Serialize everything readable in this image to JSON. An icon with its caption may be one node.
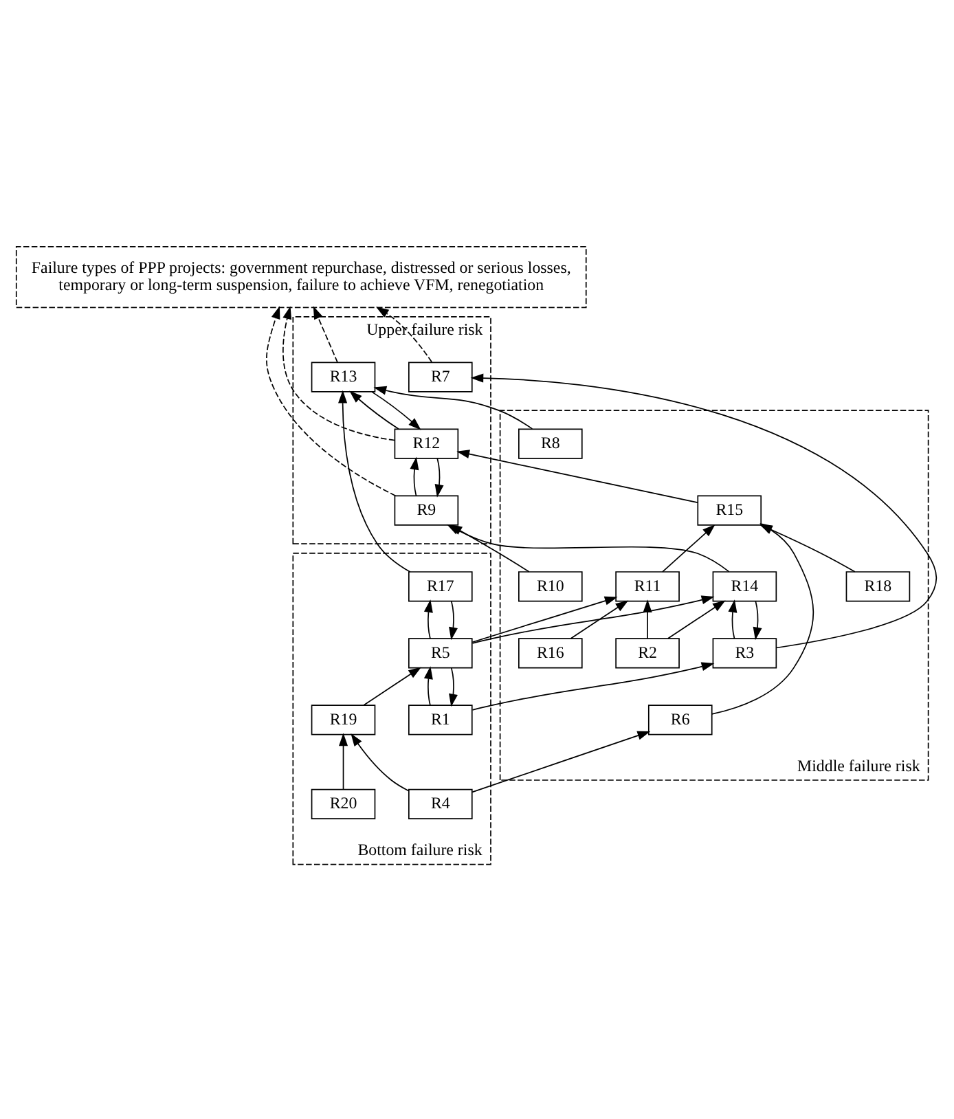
{
  "diagram": {
    "nodes": [
      {
        "text": [
          "Failure types of PPP projects: government repurchase, distressed or serious losses, temporary or long-term suspension, failure to achieve VFM, renegotiation"
        ]
      },
      {
        "text": [
          "Upper failure risk"
        ]
      },
      {
        "text": [
          "R7"
        ],
        "in": 1
      },
      {
        "text": [
          "R9"
        ],
        "in": 1
      },
      {
        "text": [
          "R12"
        ],
        "in": 1
      },
      {
        "text": [
          "R13"
        ],
        "in": 1
      },
      {
        "text": [
          "Middle failure risk"
        ]
      },
      {
        "text": [
          "R10"
        ],
        "in": 6
      },
      {
        "text": [
          "R15"
        ],
        "in": 6
      },
      {
        "text": [
          "R8"
        ],
        "in": 6
      },
      {
        "text": [
          "R6"
        ],
        "in": 6
      },
      {
        "text": [
          "R18"
        ],
        "in": 6
      },
      {
        "text": [
          "R11"
        ],
        "in": 6
      },
      {
        "text": [
          "R3"
        ],
        "in": 6
      },
      {
        "text": [
          "R14"
        ],
        "in": 6
      },
      {
        "text": [
          "R16"
        ],
        "in": 6
      },
      {
        "text": [
          "R2"
        ],
        "in": 6
      },
      {
        "text": [
          "Bottom failure risk"
        ]
      },
      {
        "text": [
          "R1"
        ],
        "in": 17
      },
      {
        "text": [
          "R5"
        ],
        "in": 17
      },
      {
        "text": [
          "R17"
        ],
        "in": 17
      },
      {
        "text": [
          "R19"
        ],
        "in": 17
      },
      {
        "text": [
          "R20"
        ],
        "in": 17
      },
      {
        "text": [
          "R4"
        ],
        "in": 17
      }
    ],
    "edges": [
      {
        "from": 3,
        "to": 0,
        "arrow": "to",
        "style": "dashed"
      },
      {
        "from": 2,
        "to": 0,
        "arrow": "to",
        "style": "dashed"
      },
      {
        "from": 4,
        "to": 0,
        "arrow": "to",
        "style": "dashed"
      },
      {
        "from": 5,
        "to": 0,
        "arrow": "to",
        "style": "dashed"
      },
      {
        "from": 13,
        "to": 2,
        "arrow": "to"
      },
      {
        "from": 3,
        "to": 4,
        "arrow": "to"
      },
      {
        "from": 4,
        "to": 3,
        "arrow": "to"
      },
      {
        "from": 4,
        "to": 5,
        "arrow": "to"
      },
      {
        "from": 5,
        "to": 4,
        "arrow": "to"
      },
      {
        "from": 14,
        "to": 3,
        "arrow": "to"
      },
      {
        "from": 7,
        "to": 3,
        "arrow": "to"
      },
      {
        "from": 8,
        "to": 4,
        "arrow": "to"
      },
      {
        "from": 9,
        "to": 5,
        "arrow": "to"
      },
      {
        "from": 20,
        "to": 5,
        "arrow": "to"
      },
      {
        "from": 23,
        "to": 10,
        "arrow": "to"
      },
      {
        "from": 10,
        "to": 8,
        "arrow": "to"
      },
      {
        "from": 11,
        "to": 8,
        "arrow": "to"
      },
      {
        "from": 12,
        "to": 8,
        "arrow": "to"
      },
      {
        "from": 15,
        "to": 12,
        "arrow": "to"
      },
      {
        "from": 16,
        "to": 12,
        "arrow": "to"
      },
      {
        "from": 19,
        "to": 12,
        "arrow": "to"
      },
      {
        "from": 13,
        "to": 14,
        "arrow": "to"
      },
      {
        "from": 14,
        "to": 13,
        "arrow": "to"
      },
      {
        "from": 16,
        "to": 14,
        "arrow": "to"
      },
      {
        "from": 19,
        "to": 14,
        "arrow": "to"
      },
      {
        "from": 18,
        "to": 13,
        "arrow": "to"
      },
      {
        "from": 18,
        "to": 19,
        "arrow": "to"
      },
      {
        "from": 19,
        "to": 18,
        "arrow": "to"
      },
      {
        "from": 19,
        "to": 20,
        "arrow": "to"
      },
      {
        "from": 20,
        "to": 19,
        "arrow": "to"
      },
      {
        "from": 21,
        "to": 19,
        "arrow": "to"
      },
      {
        "from": 22,
        "to": 21,
        "arrow": "to"
      },
      {
        "from": 23,
        "to": 21,
        "arrow": "to"
      }
    ]
  }
}
